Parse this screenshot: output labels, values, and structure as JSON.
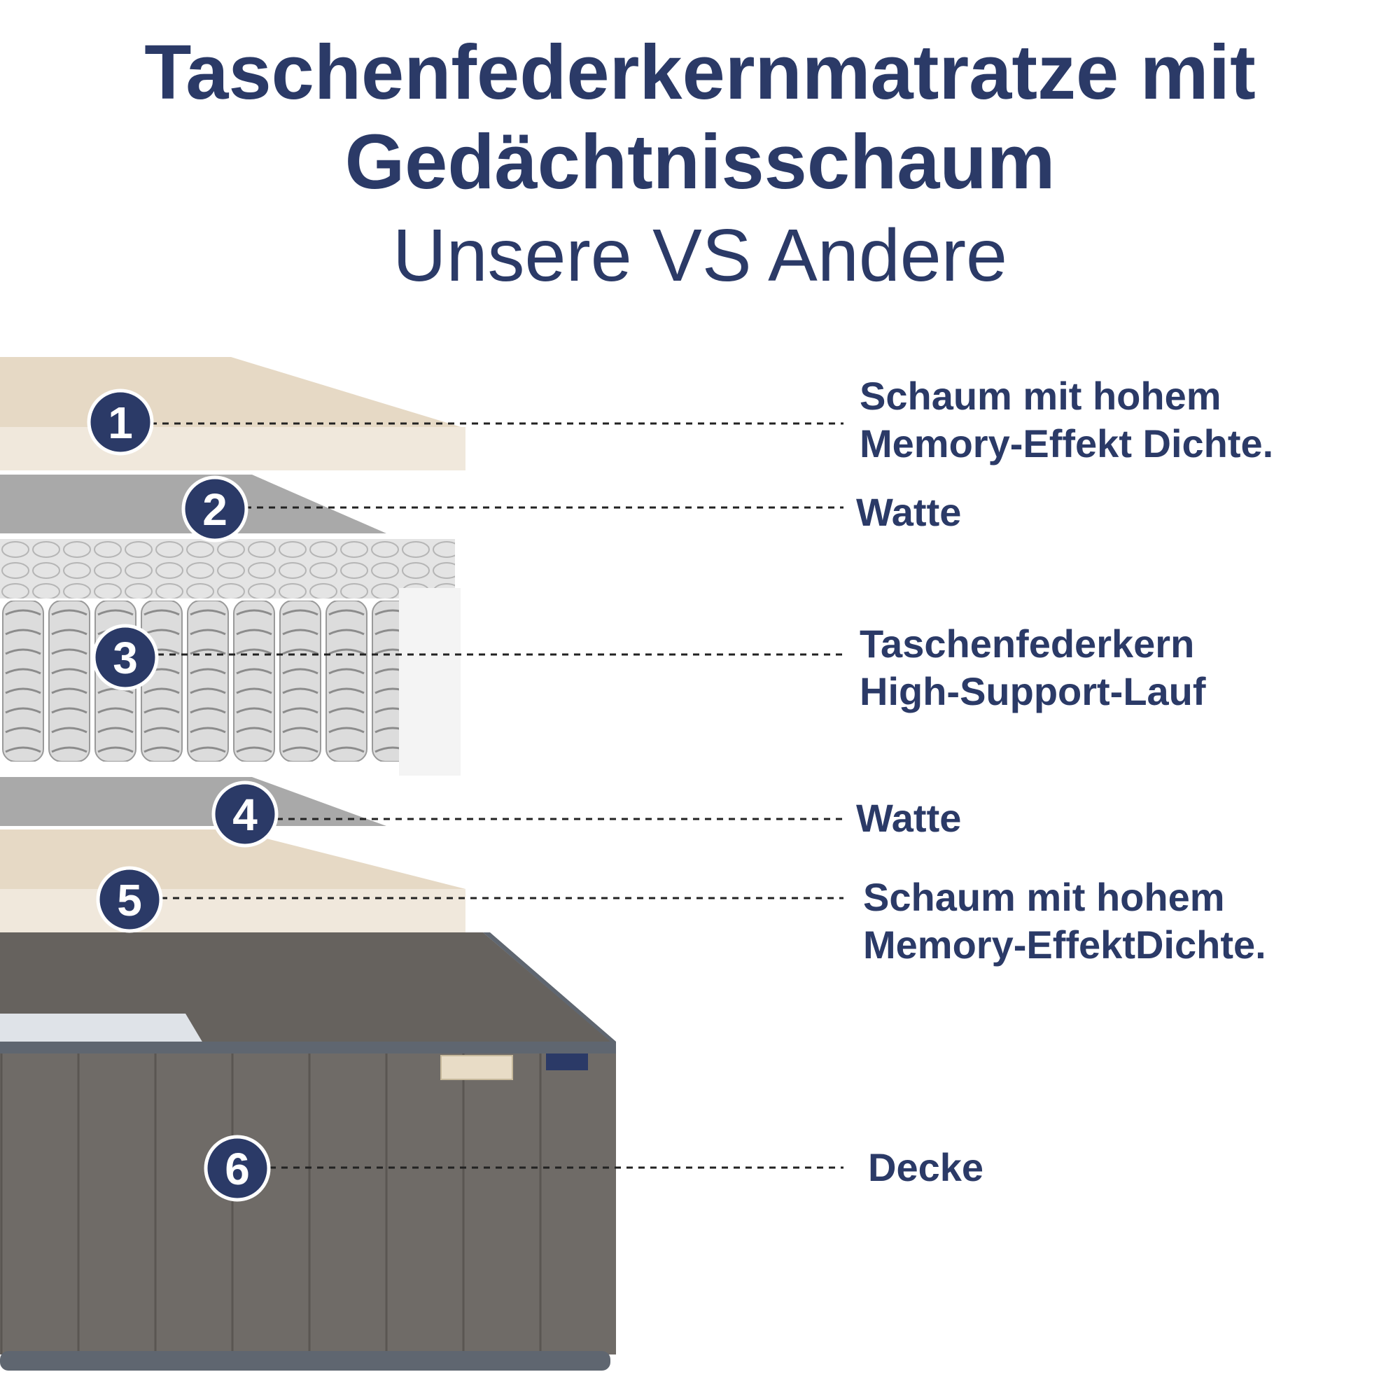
{
  "title_line1": "Taschenfederkernmatratze mit",
  "title_line2": "Gedächtnisschaum",
  "subtitle": "Unsere VS Andere",
  "colors": {
    "navy": "#2b3a67",
    "foam": "#ece1d1",
    "wadding": "#a9a9a9",
    "spring": "#d4d4d4",
    "cover": "#6f6b67",
    "piping": "#5f6670"
  },
  "layers": [
    {
      "number": "1",
      "label_line1": "Schaum mit hohem",
      "label_line2": "Memory-Effekt Dichte."
    },
    {
      "number": "2",
      "label_line1": "Watte",
      "label_line2": ""
    },
    {
      "number": "3",
      "label_line1": "Taschenfederkern",
      "label_line2": "High-Support-Lauf"
    },
    {
      "number": "4",
      "label_line1": "Watte",
      "label_line2": ""
    },
    {
      "number": "5",
      "label_line1": "Schaum mit hohem",
      "label_line2": "Memory-EffektDichte."
    },
    {
      "number": "6",
      "label_line1": "Decke",
      "label_line2": ""
    }
  ]
}
